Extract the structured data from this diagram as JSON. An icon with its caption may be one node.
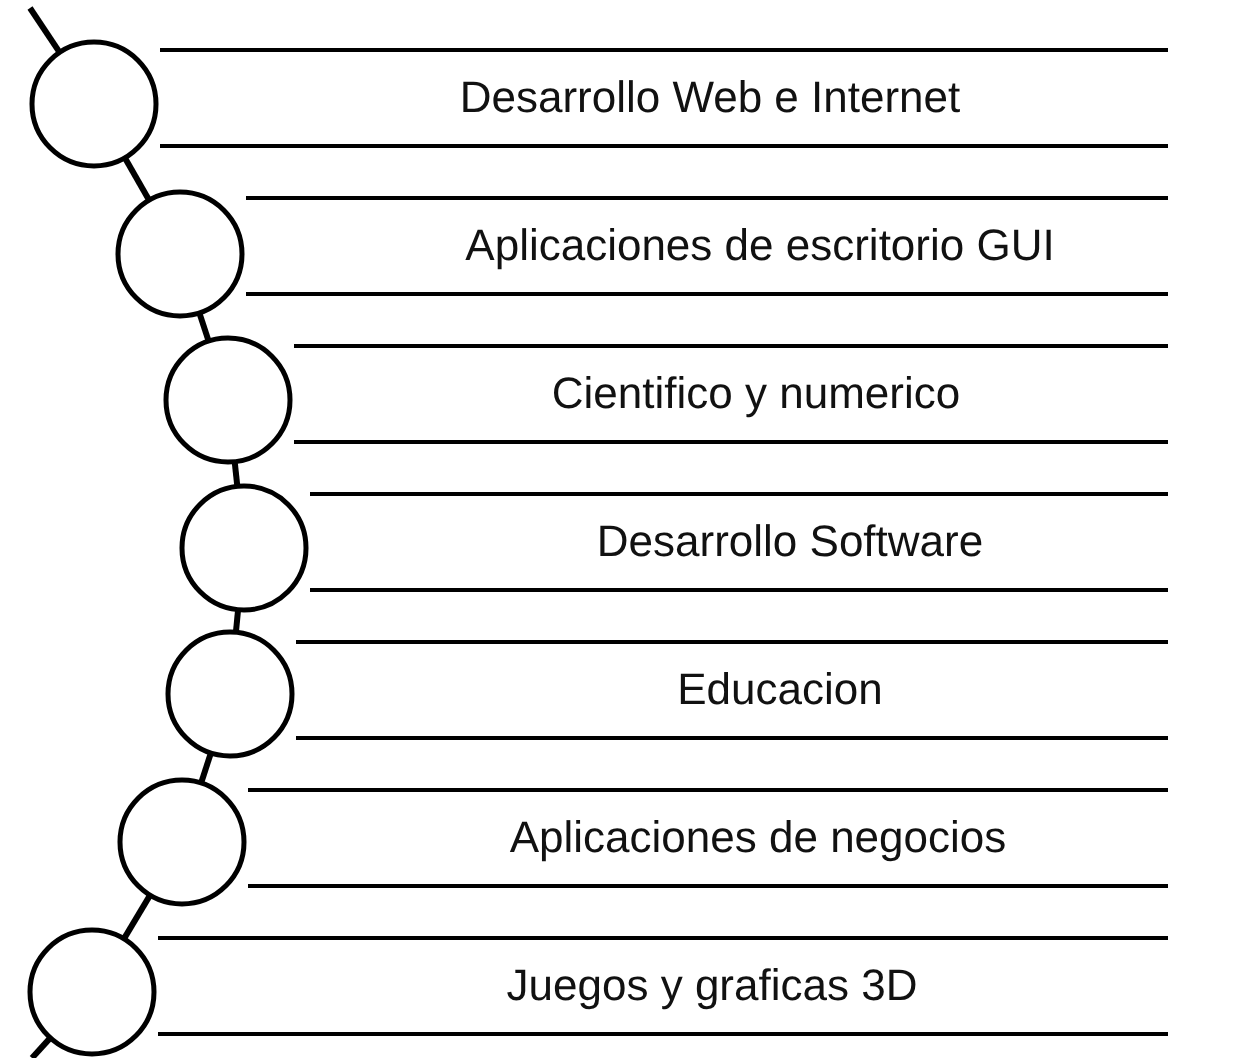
{
  "diagram": {
    "nodes": [
      {
        "text": [
          "Desarrollo Web e Internet"
        ]
      },
      {
        "text": [
          "Aplicaciones de escritorio GUI"
        ]
      },
      {
        "text": [
          "Cientifico y numerico"
        ]
      },
      {
        "text": [
          "Desarrollo Software"
        ]
      },
      {
        "text": [
          "Educacion"
        ]
      },
      {
        "text": [
          "Aplicaciones de negocios"
        ]
      },
      {
        "text": [
          "Juegos y graficas 3D"
        ]
      },
      {
        "text": [],
        "shape": "circle"
      },
      {
        "text": [],
        "shape": "circle"
      },
      {
        "text": [],
        "shape": "circle"
      },
      {
        "text": [],
        "shape": "circle"
      },
      {
        "text": [],
        "shape": "circle"
      },
      {
        "text": [],
        "shape": "circle"
      },
      {
        "text": [],
        "shape": "circle"
      }
    ],
    "edges": [
      {
        "from": null,
        "to": 7,
        "arrow": "none"
      },
      {
        "from": 7,
        "to": 8,
        "arrow": "none"
      },
      {
        "from": 8,
        "to": 9,
        "arrow": "none"
      },
      {
        "from": 9,
        "to": 10,
        "arrow": "none"
      },
      {
        "from": 10,
        "to": 11,
        "arrow": "none"
      },
      {
        "from": 11,
        "to": 12,
        "arrow": "none"
      },
      {
        "from": 12,
        "to": 13,
        "arrow": "none"
      },
      {
        "from": 13,
        "to": null,
        "arrow": "none"
      }
    ]
  }
}
